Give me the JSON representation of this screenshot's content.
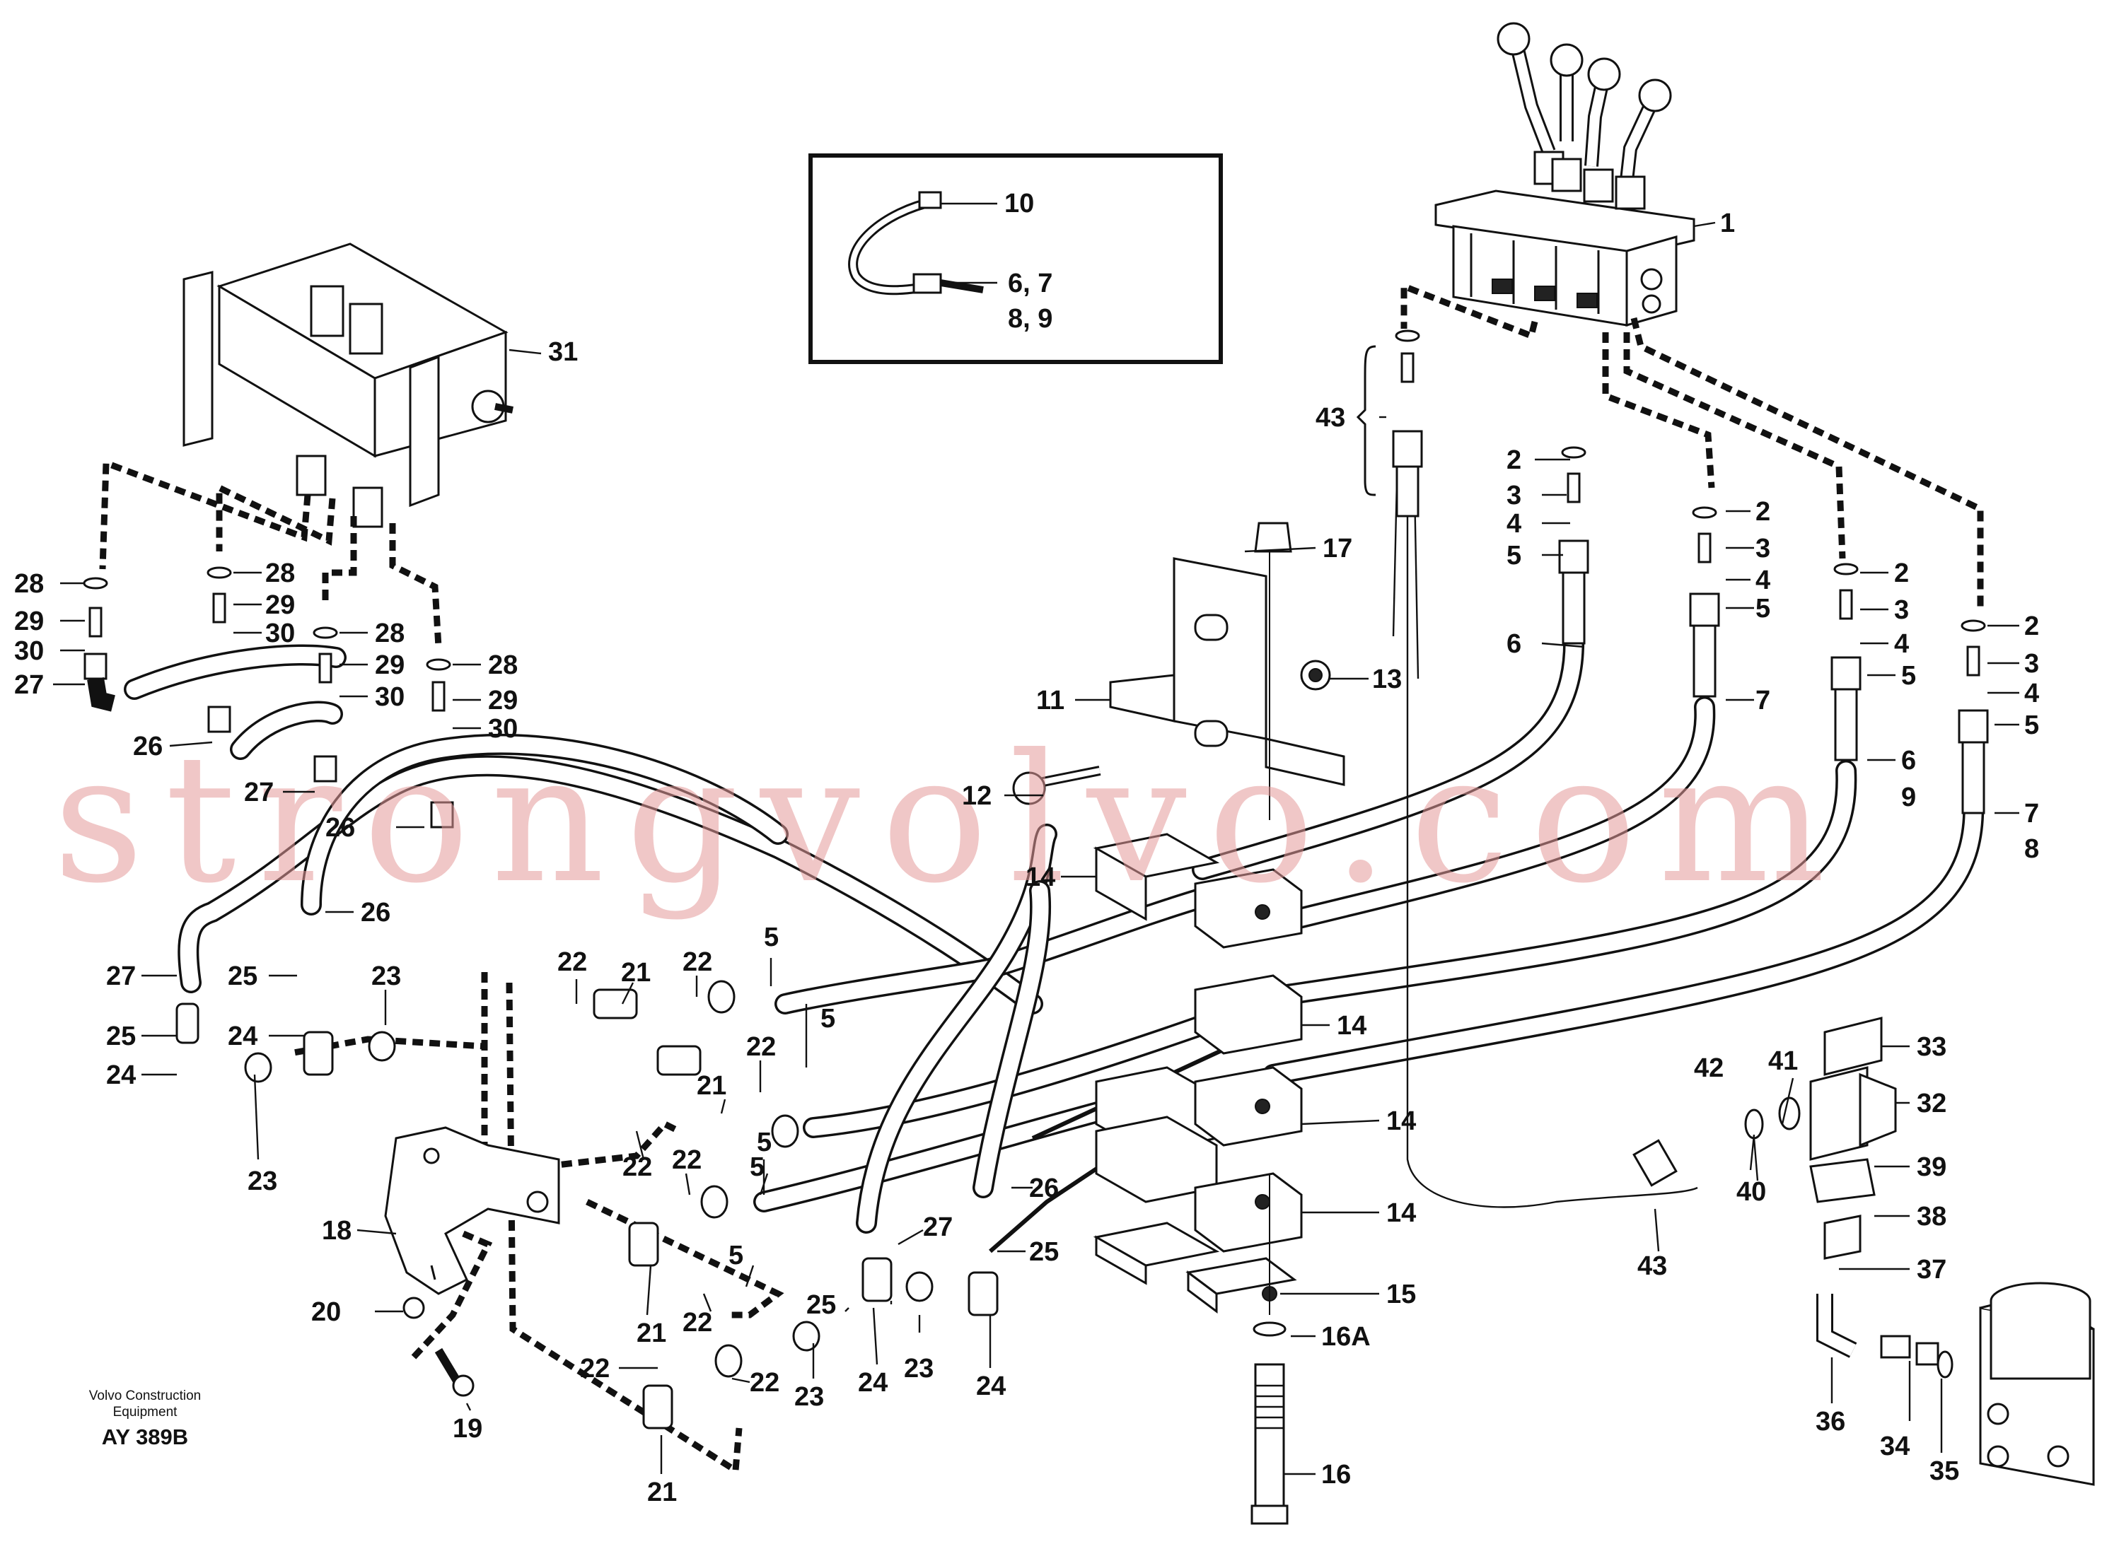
{
  "labels": {
    "l1": "1",
    "l2a": "2",
    "l2b": "2",
    "l2c": "2",
    "l2d": "2",
    "l3a": "3",
    "l3b": "3",
    "l3c": "3",
    "l3d": "3",
    "l4a": "4",
    "l4b": "4",
    "l4c": "4",
    "l4d": "4",
    "l5a": "5",
    "l5b": "5",
    "l5c": "5",
    "l5d": "5",
    "l5e": "5",
    "l5f": "5",
    "l5g": "5",
    "l5h": "5",
    "l5i": "5",
    "l6a": "6",
    "l6b": "6",
    "l7a": "7",
    "l7b": "7",
    "l8": "8",
    "l9": "9",
    "l10": "10",
    "l67": "6, 7",
    "l89": "8, 9",
    "l11": "11",
    "l12": "12",
    "l13": "13",
    "l14a": "14",
    "l14b": "14",
    "l14c": "14",
    "l14d": "14",
    "l15": "15",
    "l16": "16",
    "l16a": "16A",
    "l17": "17",
    "l18": "18",
    "l19": "19",
    "l20": "20",
    "l21a": "21",
    "l21b": "21",
    "l21c": "21",
    "l21d": "21",
    "l22a": "22",
    "l22b": "22",
    "l22c": "22",
    "l22d": "22",
    "l22e": "22",
    "l22f": "22",
    "l22g": "22",
    "l22h": "22",
    "l23a": "23",
    "l23b": "23",
    "l23c": "23",
    "l23d": "23",
    "l24a": "24",
    "l24b": "24",
    "l24c": "24",
    "l24d": "24",
    "l25a": "25",
    "l25b": "25",
    "l25c": "25",
    "l25d": "25",
    "l26a": "26",
    "l26b": "26",
    "l26c": "26",
    "l26d": "26",
    "l27a": "27",
    "l27b": "27",
    "l27c": "27",
    "l27d": "27",
    "l28a": "28",
    "l28b": "28",
    "l28c": "28",
    "l28d": "28",
    "l29a": "29",
    "l29b": "29",
    "l29c": "29",
    "l29d": "29",
    "l30a": "30",
    "l30b": "30",
    "l30c": "30",
    "l30d": "30",
    "l31": "31",
    "l32": "32",
    "l33": "33",
    "l34": "34",
    "l35": "35",
    "l36": "36",
    "l37": "37",
    "l38": "38",
    "l39": "39",
    "l40": "40",
    "l41": "41",
    "l42": "42",
    "l43a": "43",
    "l43b": "43"
  },
  "footer": {
    "company_line1": "Volvo Construction",
    "company_line2": "Equipment",
    "drawing_code": "AY 389B"
  },
  "watermark": "strongvolvo.com"
}
